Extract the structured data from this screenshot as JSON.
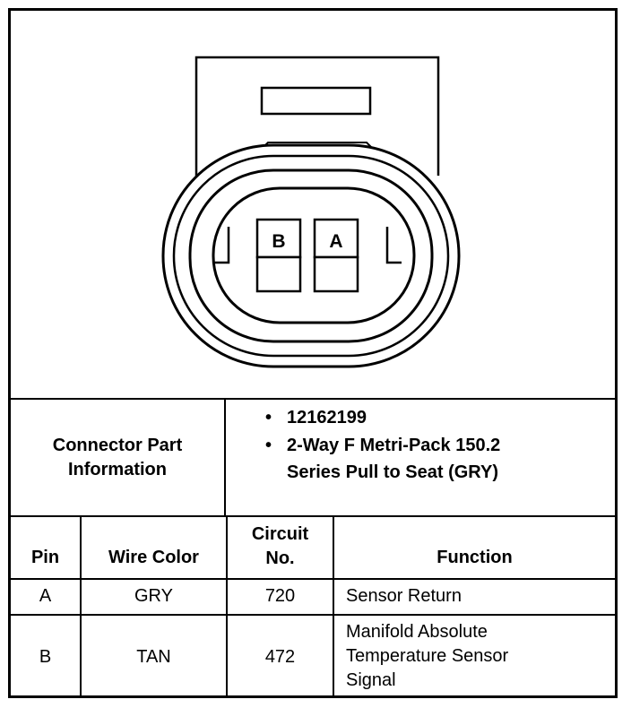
{
  "connector": {
    "pin_labels": [
      "B",
      "A"
    ]
  },
  "info": {
    "label": "Connector Part Information",
    "bullets": [
      "12162199",
      "2-Way F Metri-Pack 150.2 Series Pull to Seat (GRY)"
    ],
    "bullet_symbol": "•"
  },
  "table": {
    "headers": {
      "pin": "Pin",
      "wire_color": "Wire Color",
      "circuit_line1": "Circuit",
      "circuit_line2": "No.",
      "function": "Function"
    },
    "rows": [
      {
        "pin": "A",
        "wire_color": "GRY",
        "circuit": "720",
        "function": "Sensor Return"
      },
      {
        "pin": "B",
        "wire_color": "TAN",
        "circuit": "472",
        "function": "Manifold Absolute Temperature Sensor Signal"
      }
    ]
  }
}
